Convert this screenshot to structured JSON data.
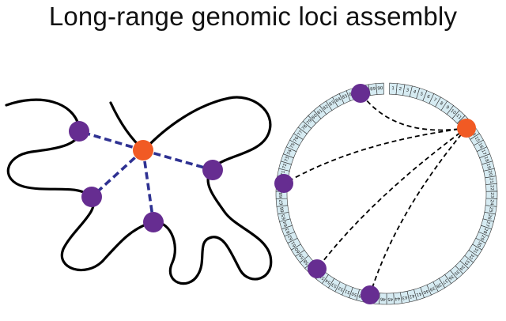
{
  "title": "Long-range genomic loci assembly",
  "colors": {
    "anchor": "#f15a24",
    "locus": "#662d91",
    "chromatin": "#000000",
    "contact_dashed_blue": "#2e3192",
    "contact_dashed_black": "#000000",
    "segment_fill": "#d6ebf2",
    "segment_stroke": "#333333"
  },
  "left_panel": {
    "name": "folded-chromatin",
    "anchor_label": "",
    "loci": [
      "locus-1",
      "locus-2",
      "locus-3",
      "locus-4"
    ]
  },
  "right_panel": {
    "name": "circular-genome-map",
    "segment_labels": [
      "1",
      "2",
      "3",
      "4",
      "5",
      "6",
      "7",
      "8",
      "9",
      "10",
      "11",
      "12",
      "13",
      "14",
      "15",
      "16",
      "17",
      "18",
      "19",
      "20",
      "21",
      "22",
      "23",
      "24",
      "25",
      "26",
      "27",
      "28",
      "29",
      "30",
      "31",
      "32",
      "33",
      "34",
      "35",
      "36",
      "37",
      "38",
      "39",
      "40",
      "41",
      "42",
      "43",
      "44",
      "45",
      "46",
      "47",
      "48",
      "49",
      "50",
      "51",
      "52",
      "53",
      "54",
      "55",
      "56",
      "57",
      "58",
      "59",
      "60",
      "61",
      "62",
      "63",
      "64",
      "65",
      "66",
      "67",
      "68",
      "69",
      "70",
      "71",
      "72",
      "73",
      "74",
      "75",
      "76",
      "77",
      "78",
      "79",
      "80",
      "81",
      "82",
      "83",
      "84",
      "85",
      "86",
      "87",
      "88",
      "89",
      "90"
    ]
  }
}
